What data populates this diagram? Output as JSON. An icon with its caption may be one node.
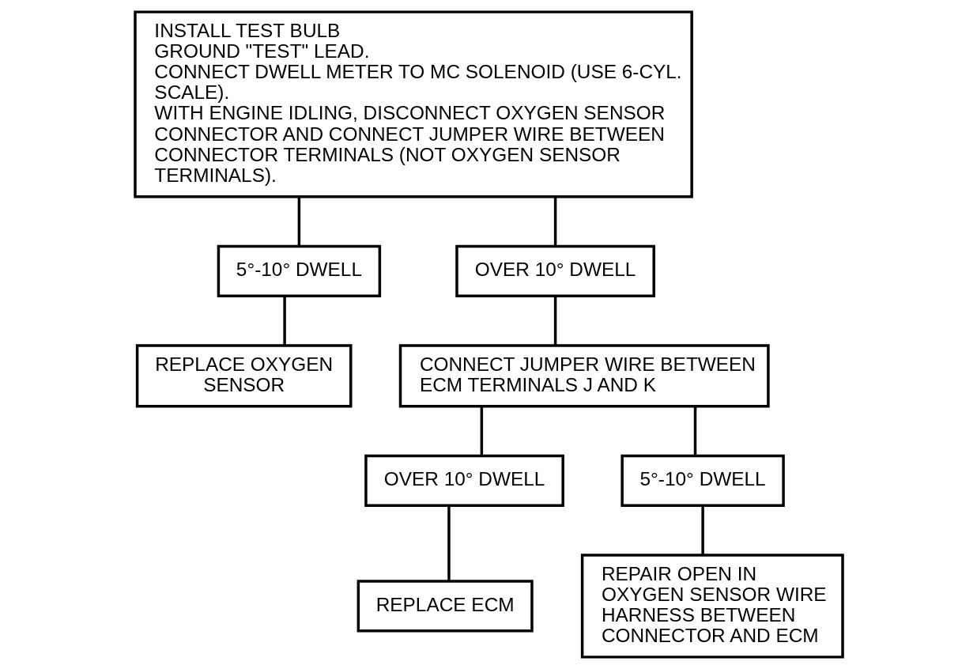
{
  "diagram": {
    "nodes": [
      {
        "text": [
          "INSTALL TEST BULB",
          "GROUND \"TEST\" LEAD.",
          "CONNECT DWELL METER TO MC SOLENOID (USE 6-CYL. SCALE).",
          "WITH ENGINE IDLING, DISCONNECT OXYGEN SENSOR CONNECTOR AND CONNECT JUMPER WIRE BETWEEN CONNECTOR TERMINALS (NOT OXYGEN SENSOR TERMINALS)."
        ]
      },
      {
        "text": [
          "5°-10° DWELL"
        ]
      },
      {
        "text": [
          "OVER 10° DWELL"
        ]
      },
      {
        "text": [
          "REPLACE OXYGEN SENSOR"
        ]
      },
      {
        "text": [
          "CONNECT JUMPER WIRE BETWEEN ECM TERMINALS J AND K"
        ]
      },
      {
        "text": [
          "OVER 10° DWELL"
        ]
      },
      {
        "text": [
          "5°-10° DWELL"
        ]
      },
      {
        "text": [
          "REPLACE ECM"
        ]
      },
      {
        "text": [
          "REPAIR OPEN IN OXYGEN SENSOR WIRE HARNESS BETWEEN CONNECTOR AND ECM"
        ]
      }
    ],
    "edges": [
      {
        "from": 0,
        "to": 1,
        "arrow": "none"
      },
      {
        "from": 0,
        "to": 2,
        "arrow": "none"
      },
      {
        "from": 1,
        "to": 3,
        "arrow": "none"
      },
      {
        "from": 2,
        "to": 4,
        "arrow": "none"
      },
      {
        "from": 4,
        "to": 5,
        "arrow": "none"
      },
      {
        "from": 4,
        "to": 6,
        "arrow": "none"
      },
      {
        "from": 5,
        "to": 7,
        "arrow": "none"
      },
      {
        "from": 6,
        "to": 8,
        "arrow": "none"
      }
    ]
  }
}
